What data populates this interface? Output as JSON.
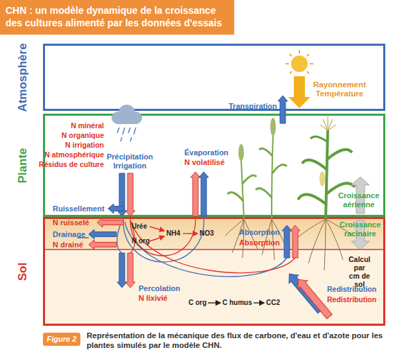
{
  "diagram": {
    "title": "CHN : un modèle dynamique de la croissance des cultures alimenté par les données d'essais",
    "caption": "Représentation de la mécanique des flux de carbone, d'eau et d'azote pour les plantes simulés par le modèle CHN.",
    "nodes": [
      {
        "text": [
          "Atmosphère"
        ]
      },
      {
        "text": [
          "Plante"
        ]
      },
      {
        "text": [
          "Sol"
        ]
      },
      {
        "text": [
          "Figure 2"
        ]
      }
    ],
    "labels": [
      "Rayonnement Température",
      "N minéral",
      "N organique",
      "N irrigation",
      "N atmosphérique",
      "Résidus de culture",
      "Précipitation Irrigation",
      "Évaporation",
      "N volatilisé",
      "Transpiration",
      "Croissance aérienne",
      "Ruissellement",
      "N ruisselé",
      "Drainage",
      "N drainé",
      "Urée",
      "N org",
      "NH4",
      "NO3",
      "Absorption",
      "Absorption",
      "Croissance racinaire",
      "Calcul par cm de sol",
      "Percolation",
      "N lixivié",
      "C org",
      "C humus",
      "CC2",
      "Redistribution",
      "Redistribution"
    ]
  }
}
